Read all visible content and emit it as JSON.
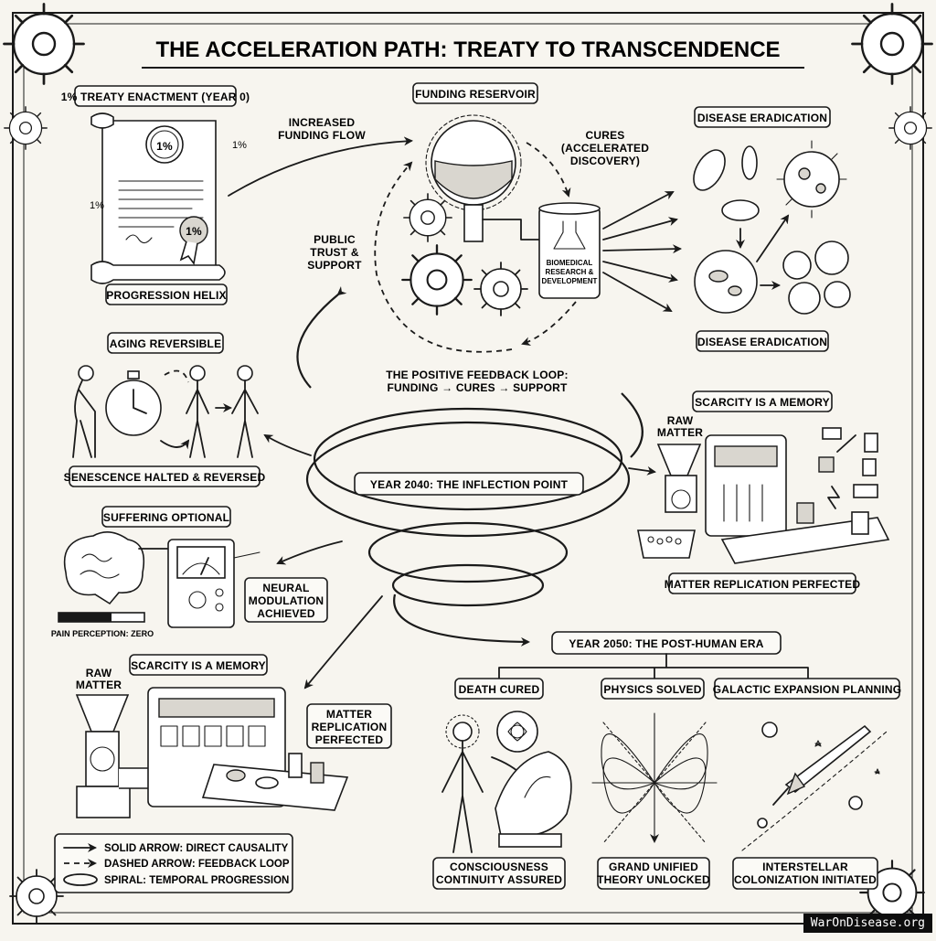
{
  "title": "THE ACCELERATION PATH: TREATY TO TRANSCENDENCE",
  "treaty": {
    "heading": "1% TREATY ENACTMENT (YEAR 0)",
    "seal": "1%",
    "side_mark": "1%",
    "left_mark": "1%",
    "ribbon": "1%",
    "caption": "PROGRESSION HELIX"
  },
  "flow": {
    "funding_flow_line1": "INCREASED",
    "funding_flow_line2": "FUNDING FLOW"
  },
  "reservoir": {
    "heading": "FUNDING RESERVOIR",
    "cures_line1": "CURES",
    "cures_line2": "(ACCELERATED",
    "cures_line3": "DISCOVERY)",
    "trust_line1": "PUBLIC",
    "trust_line2": "TRUST &",
    "trust_line3": "SUPPORT",
    "tank_line1": "BIOMEDICAL",
    "tank_line2": "RESEARCH &",
    "tank_line3": "DEVELOPMENT",
    "loop_line1": "THE POSITIVE FEEDBACK LOOP:",
    "loop_line2": "FUNDING → CURES → SUPPORT"
  },
  "disease": {
    "heading_top": "DISEASE ERADICATION",
    "heading_bottom": "DISEASE ERADICATION"
  },
  "aging": {
    "heading": "AGING REVERSIBLE",
    "caption": "SENESCENCE HALTED & REVERSED"
  },
  "inflection": "YEAR 2040: THE INFLECTION POINT",
  "scarcity_right": {
    "heading": "SCARCITY IS A MEMORY",
    "raw_line1": "RAW",
    "raw_line2": "MATTER",
    "caption": "MATTER REPLICATION PERFECTED"
  },
  "suffering": {
    "heading": "SUFFERING OPTIONAL",
    "neural_line1": "NEURAL",
    "neural_line2": "MODULATION",
    "neural_line3": "ACHIEVED",
    "pain": "PAIN PERCEPTION: ZERO"
  },
  "scarcity_left": {
    "heading": "SCARCITY IS A MEMORY",
    "raw_line1": "RAW",
    "raw_line2": "MATTER",
    "box_line1": "MATTER",
    "box_line2": "REPLICATION",
    "box_line3": "PERFECTED"
  },
  "posthuman": {
    "heading": "YEAR 2050: THE POST-HUMAN ERA",
    "death": "DEATH CURED",
    "physics": "PHYSICS SOLVED",
    "galactic": "GALACTIC EXPANSION PLANNING",
    "consc_line1": "CONSCIOUSNESS",
    "consc_line2": "CONTINUITY ASSURED",
    "gut_line1": "GRAND UNIFIED",
    "gut_line2": "THEORY UNLOCKED",
    "star_line1": "INTERSTELLAR",
    "star_line2": "COLONIZATION INITIATED"
  },
  "legend": {
    "solid": "SOLID ARROW: DIRECT CAUSALITY",
    "dashed": "DASHED ARROW: FEEDBACK LOOP",
    "spiral": "SPIRAL: TEMPORAL PROGRESSION"
  },
  "footer_url": "WarOnDisease.org"
}
